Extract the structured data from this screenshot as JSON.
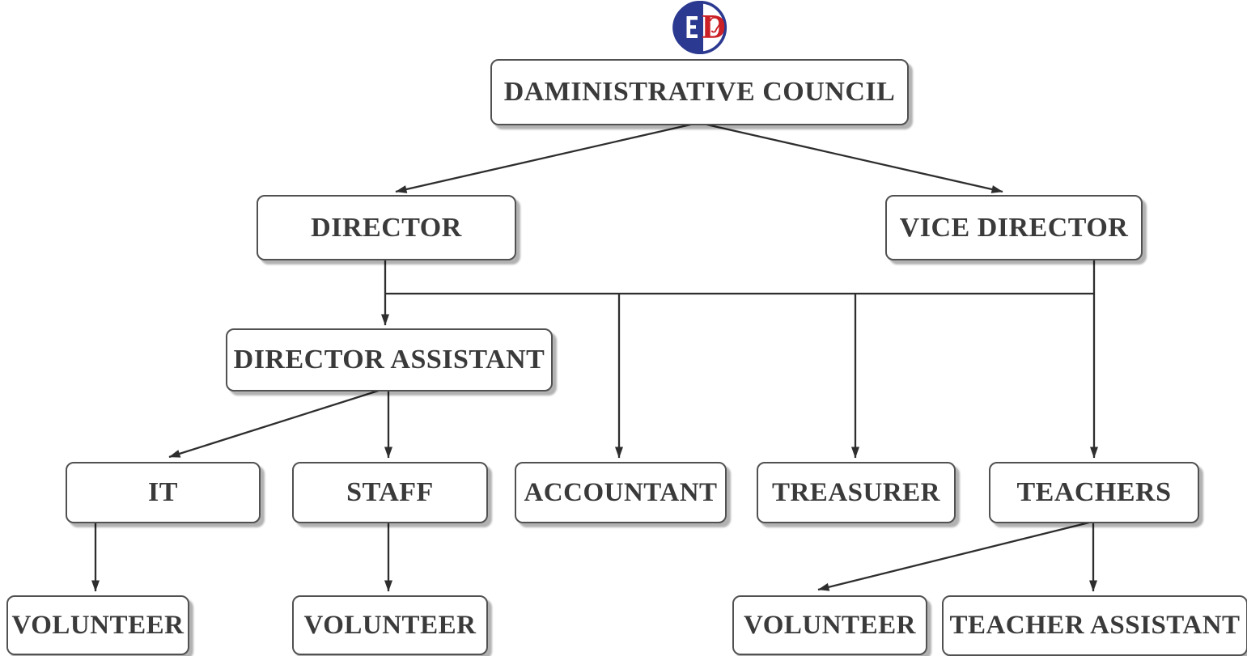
{
  "diagram_type": "organization-chart",
  "logo": {
    "name": "ced-ear-logo",
    "letters": "ED",
    "blue": "#2b3990",
    "red": "#cb2026"
  },
  "colors": {
    "background": "#ffffff",
    "box_fill": "#ffffff",
    "box_border": "#515151",
    "text": "#3a3a3a",
    "line": "#2e2e2e",
    "shadow": "rgba(0,0,0,0.30)"
  },
  "nodes": {
    "council": {
      "label": "DAMINISTRATIVE COUNCIL"
    },
    "director": {
      "label": "DIRECTOR"
    },
    "vice_director": {
      "label": "VICE DIRECTOR"
    },
    "director_assistant": {
      "label": "DIRECTOR ASSISTANT"
    },
    "it": {
      "label": "IT"
    },
    "staff": {
      "label": "STAFF"
    },
    "accountant": {
      "label": "ACCOUNTANT"
    },
    "treasurer": {
      "label": "TREASURER"
    },
    "teachers": {
      "label": "TEACHERS"
    },
    "volunteer_it": {
      "label": "VOLUNTEER"
    },
    "volunteer_staff": {
      "label": "VOLUNTEER"
    },
    "volunteer_teachers": {
      "label": "VOLUNTEER"
    },
    "teacher_assistant": {
      "label": "TEACHER ASSISTANT"
    }
  },
  "edges": [
    {
      "from": "council",
      "to": "director"
    },
    {
      "from": "council",
      "to": "vice_director"
    },
    {
      "from": "director",
      "to": "bus"
    },
    {
      "from": "vice_director",
      "to": "bus"
    },
    {
      "from": "bus",
      "to": "director_assistant"
    },
    {
      "from": "bus",
      "to": "accountant"
    },
    {
      "from": "bus",
      "to": "treasurer"
    },
    {
      "from": "bus",
      "to": "teachers"
    },
    {
      "from": "director_assistant",
      "to": "it"
    },
    {
      "from": "director_assistant",
      "to": "staff"
    },
    {
      "from": "it",
      "to": "volunteer_it"
    },
    {
      "from": "staff",
      "to": "volunteer_staff"
    },
    {
      "from": "teachers",
      "to": "volunteer_teachers"
    },
    {
      "from": "teachers",
      "to": "teacher_assistant"
    }
  ]
}
